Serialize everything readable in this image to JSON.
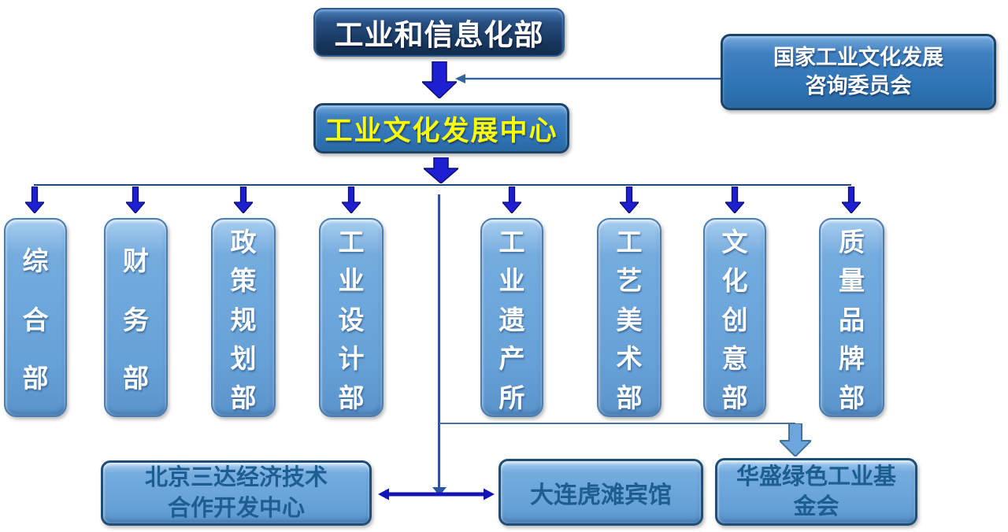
{
  "org": {
    "root": {
      "label": "工业和信息化部"
    },
    "advisory": {
      "label": "国家工业文化发展\n咨询委员会"
    },
    "center": {
      "label": "工业文化发展中心"
    },
    "departments": [
      {
        "label": "综合部"
      },
      {
        "label": "财务部"
      },
      {
        "label": "政策规划部"
      },
      {
        "label": "工业设计部"
      },
      {
        "label": "工业遗产所"
      },
      {
        "label": "工艺美术部"
      },
      {
        "label": "文化创意部"
      },
      {
        "label": "质量品牌部"
      }
    ],
    "affiliates": [
      {
        "label": "北京三达经济技术\n合作开发中心"
      },
      {
        "label": "大连虎滩宾馆"
      },
      {
        "label": "华盛绿色工业基\n金会"
      }
    ],
    "colors": {
      "root_box_fill": "#17375e",
      "mid_box_fill": "#2e74b5",
      "light_box_fill": "#6ca6dc",
      "root_text": "#ffffff",
      "center_text": "#ffff00",
      "dept_text": "#ffffff",
      "affiliate_text": "#1d5d90",
      "block_arrow_blue": "#1e1ed2",
      "connector_steel_blue": "#31639c",
      "distribution_line": "#1f497d"
    }
  }
}
